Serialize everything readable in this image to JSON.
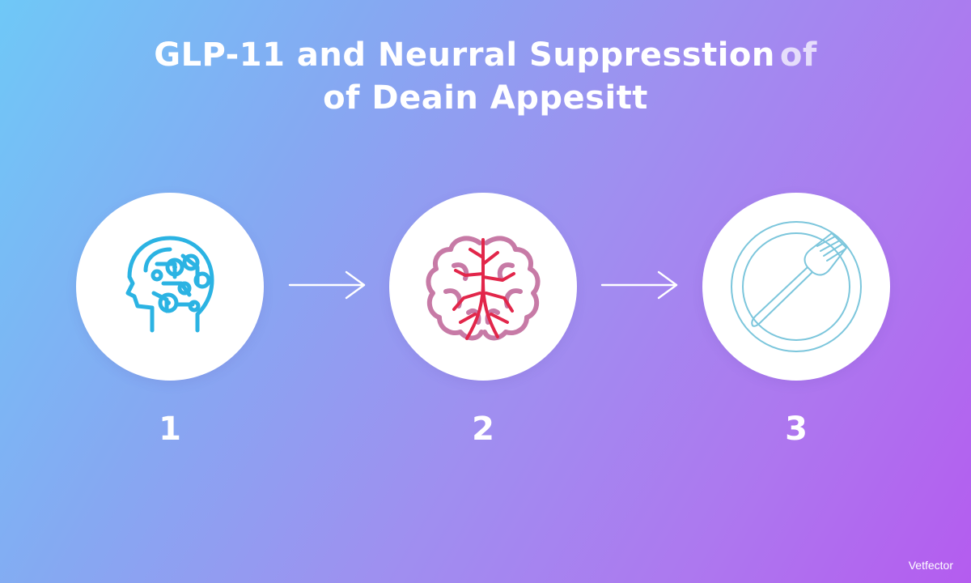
{
  "title": {
    "line1": "GLP-11 and Neurral Suppresstion",
    "line1_suffix": "of",
    "line2": "of Deain Appesitt"
  },
  "steps": [
    {
      "number": "1",
      "icon": "head-neural-network-icon",
      "color": "#2bb3e3"
    },
    {
      "number": "2",
      "icon": "brain-icon",
      "color": "#e2264a"
    },
    {
      "number": "3",
      "icon": "plate-fork-icon",
      "color": "#7cc6dc"
    }
  ],
  "arrows": [
    "arrow-right-icon",
    "arrow-right-icon"
  ],
  "watermark": "Vetfector"
}
